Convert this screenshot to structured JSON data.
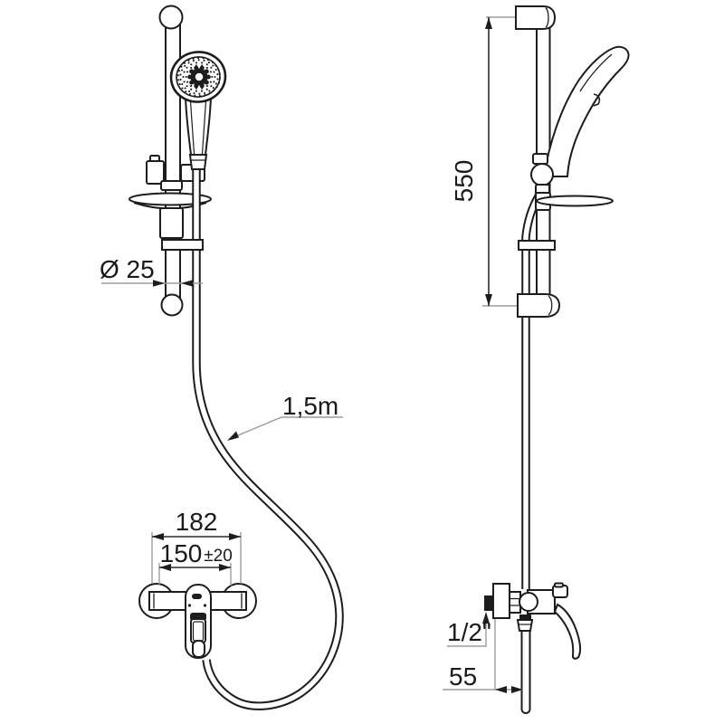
{
  "drawing": {
    "type": "technical-line-drawing",
    "subject": "shower-set (slide bar with hand shower, soap dish, hose and wall mixer) front and side views",
    "colors": {
      "line": "#1d1d1d",
      "dimension_line": "#2b2b2b",
      "extension_line": "#9c9c9c",
      "background": "#ffffff",
      "text": "#1a1a1a"
    }
  },
  "labels": {
    "diameter": "Ø 25",
    "hose_length": "1,5m",
    "overall_width": "182",
    "center_width": "150",
    "center_width_tolerance": "±20",
    "bar_height": "550",
    "thread_size": "1/2\"",
    "wall_distance": "55"
  }
}
